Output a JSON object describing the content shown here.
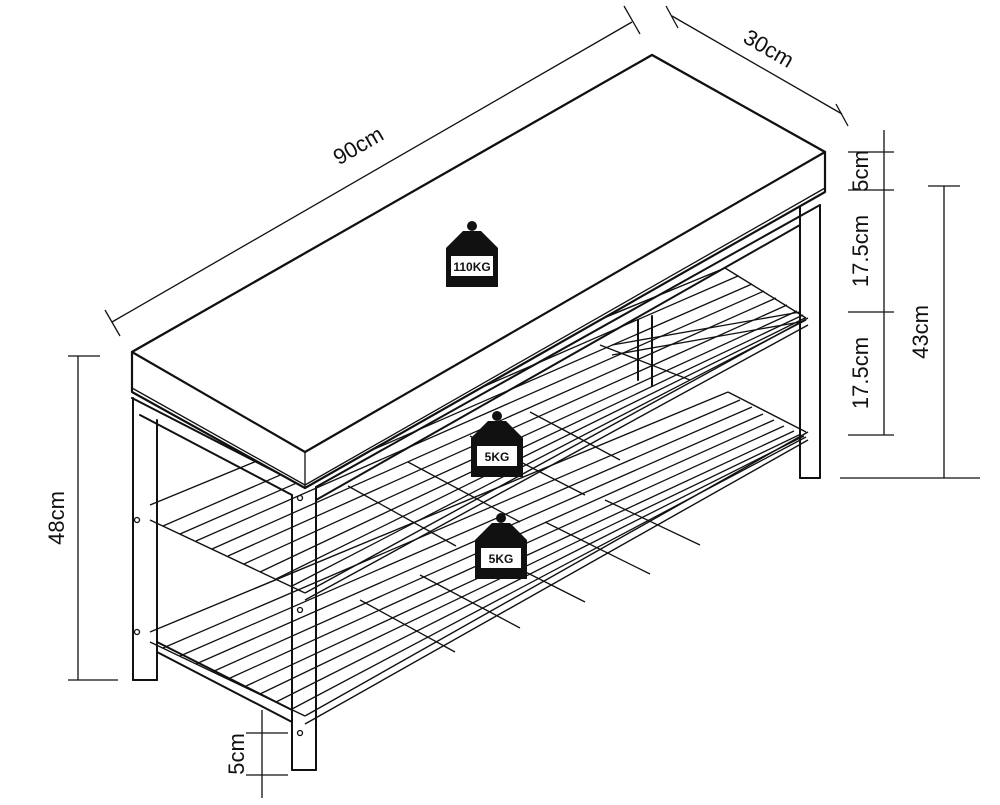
{
  "dimensions": {
    "length": "90cm",
    "depth": "30cm",
    "seat_thickness": "5cm",
    "upper_gap": "17.5cm",
    "lower_gap": "17.5cm",
    "seat_height": "43cm",
    "total_height": "48cm",
    "foot_height": "5cm"
  },
  "weights": {
    "seat": "110KG",
    "upper_shelf": "5KG",
    "lower_shelf": "5KG"
  },
  "icons": {
    "weight": "weight-icon"
  },
  "colors": {
    "line": "#111111",
    "background": "#ffffff"
  }
}
